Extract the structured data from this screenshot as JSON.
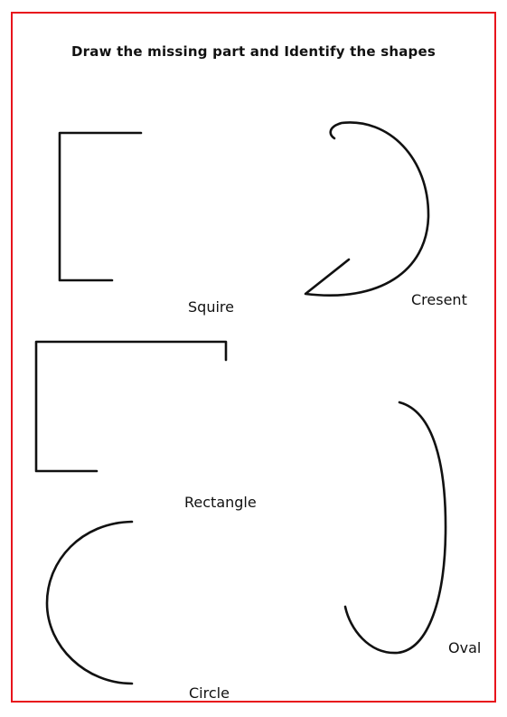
{
  "worksheet": {
    "title": "Draw the missing part and Identify the shapes",
    "border_color": "#e8141c",
    "shapes": [
      {
        "name": "square",
        "label": "Squire"
      },
      {
        "name": "crescent",
        "label": "Cresent"
      },
      {
        "name": "rectangle",
        "label": "Rectangle"
      },
      {
        "name": "oval",
        "label": "Oval"
      },
      {
        "name": "circle",
        "label": "Circle"
      }
    ]
  }
}
